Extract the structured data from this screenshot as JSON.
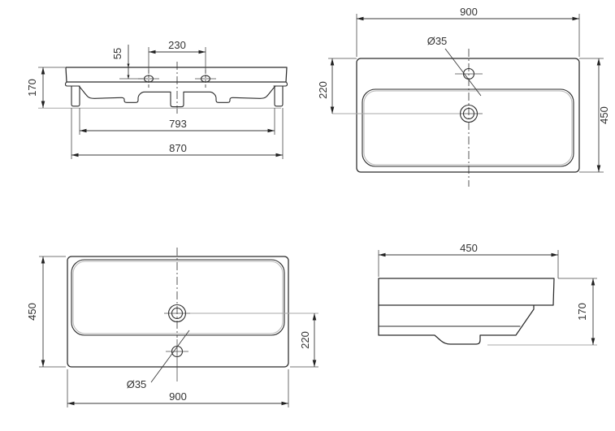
{
  "document": {
    "kind": "technical-dimension-drawing",
    "subject": "rectangular-washbasin",
    "background_color": "#ffffff",
    "line_color": "#2b2b2b",
    "aux_line_color": "#a8a8a8",
    "text_color": "#333333"
  },
  "views": {
    "front": {
      "name": "front-elevation",
      "dims": {
        "height": "170",
        "faucet_offset": "55",
        "faucet_spacing": "230",
        "inner_width": "793",
        "overall_width": "870"
      }
    },
    "plan_top": {
      "name": "top-plan",
      "dims": {
        "width": "900",
        "hole_dia": "Ø35",
        "drain_offset": "220",
        "depth": "450"
      }
    },
    "plan_bottom": {
      "name": "bottom-plan",
      "dims": {
        "depth": "450",
        "drain_offset": "220",
        "hole_dia": "Ø35",
        "width": "900"
      }
    },
    "side": {
      "name": "side-elevation",
      "dims": {
        "depth": "450",
        "height": "170"
      }
    }
  }
}
